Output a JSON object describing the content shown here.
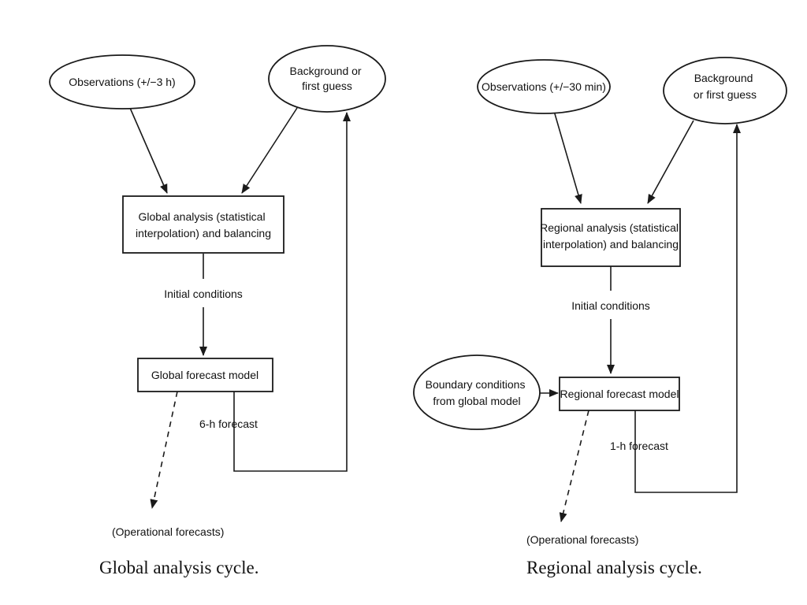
{
  "global": {
    "observations": [
      "Observations (+/−3 h)"
    ],
    "background": [
      "Background or",
      "first guess"
    ],
    "analysis": [
      "Global analysis (statistical",
      "interpolation) and balancing"
    ],
    "initial_conditions": "Initial conditions",
    "forecast_model": [
      "Global forecast model"
    ],
    "forecast_length": "6-h forecast",
    "operational": "(Operational forecasts)",
    "caption": "Global analysis cycle."
  },
  "regional": {
    "observations": [
      "Observations (+/−30 min)"
    ],
    "background": [
      "Background",
      "or first guess"
    ],
    "analysis": [
      "Regional analysis (statistical",
      "interpolation) and balancing"
    ],
    "initial_conditions": "Initial conditions",
    "boundary": [
      "Boundary conditions",
      "from global model"
    ],
    "forecast_model": [
      "Regional forecast model"
    ],
    "forecast_length": "1-h forecast",
    "operational": "(Operational forecasts)",
    "caption": "Regional analysis cycle."
  }
}
